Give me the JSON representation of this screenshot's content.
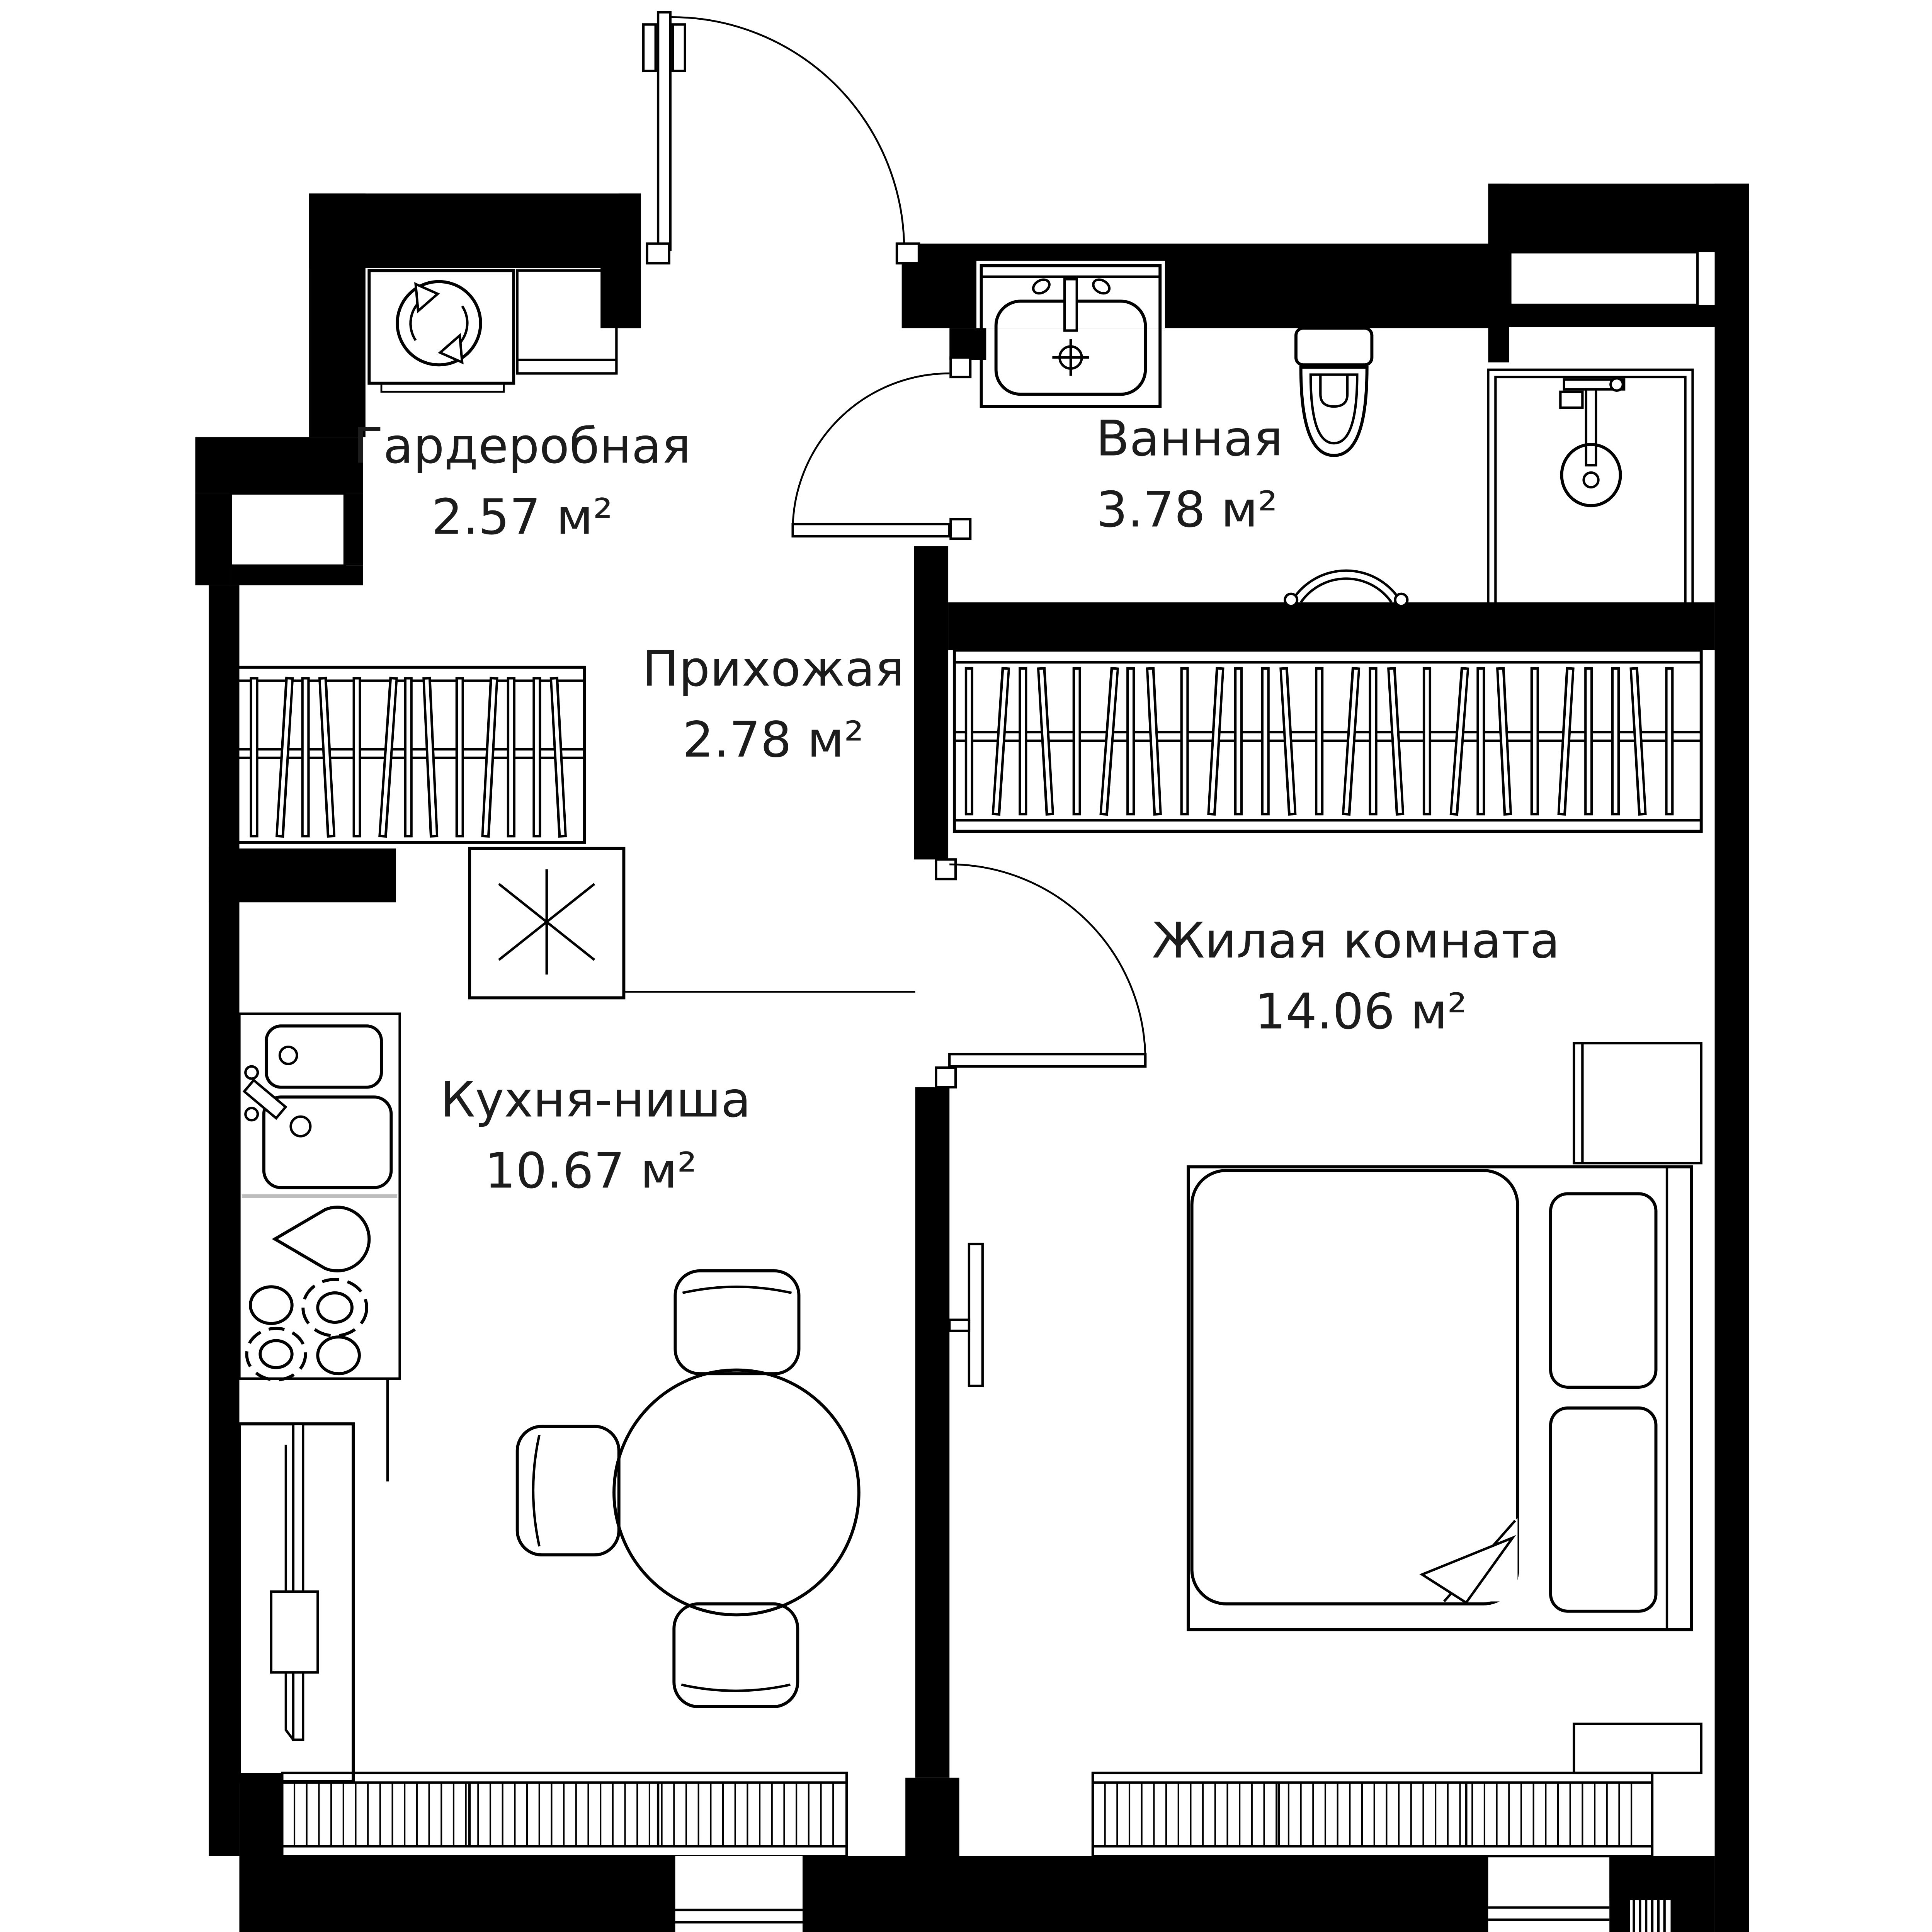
{
  "floor_plan": {
    "background_color": "#ffffff",
    "wall_color": "#000000",
    "line_color": "#000000",
    "rooms": [
      {
        "id": "garderobnaya",
        "name": "Гардеробная",
        "area": "2.57 м²"
      },
      {
        "id": "vannaya",
        "name": "Ванная",
        "area": "3.78 м²"
      },
      {
        "id": "prihozhaya",
        "name": "Прихожая",
        "area": "2.78 м²"
      },
      {
        "id": "zhilaya_komnata",
        "name": "Жилая комната",
        "area": "14.06 м²"
      },
      {
        "id": "kuhnya_nisha",
        "name": "Кухня-ниша",
        "area": "10.67 м²"
      }
    ],
    "icons": [
      "washing-machine-icon",
      "shelf-icon",
      "hanger-rail-icon",
      "bath-sink-icon",
      "toilet-icon",
      "shower-icon",
      "towel-rail-icon",
      "entry-door-arc-icon",
      "bath-door-arc-icon",
      "living-door-arc-icon",
      "kitchen-sink-icon",
      "water-drop-icon",
      "stove-burners-icon",
      "tall-cabinet-icon",
      "vent-box-icon",
      "dining-table-icon",
      "chair-icon",
      "bed-icon",
      "pillow-icon",
      "nightstand-icon",
      "tv-panel-icon",
      "window-band-icon",
      "vent-shaft-icon"
    ]
  }
}
